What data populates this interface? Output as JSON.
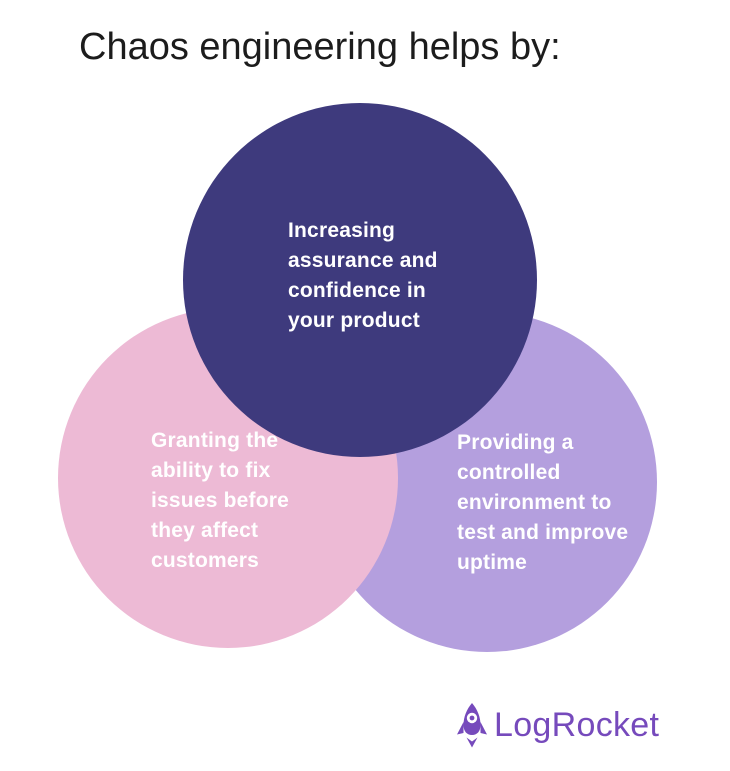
{
  "title": "Chaos engineering helps by:",
  "diagram": {
    "type": "venn",
    "circles": [
      {
        "id": "top",
        "color": "#3e3a7d",
        "lines": [
          "Increasing",
          "assurance and",
          "confidence in",
          "your product"
        ]
      },
      {
        "id": "bottom-left",
        "color": "#edbad5",
        "lines": [
          "Granting the",
          "ability to fix",
          "issues before",
          "they affect",
          "customers"
        ]
      },
      {
        "id": "bottom-right",
        "color": "#b49fde",
        "lines": [
          "Providing a",
          "controlled",
          "environment to",
          "test and improve",
          "uptime"
        ]
      }
    ],
    "label_text_color": "#ffffff"
  },
  "colors": {
    "background": "#ffffff",
    "title_text": "#1c1c1c",
    "logo_purple": "#764abc"
  },
  "logo": {
    "brand": "LogRocket",
    "icon": "rocket-icon"
  }
}
